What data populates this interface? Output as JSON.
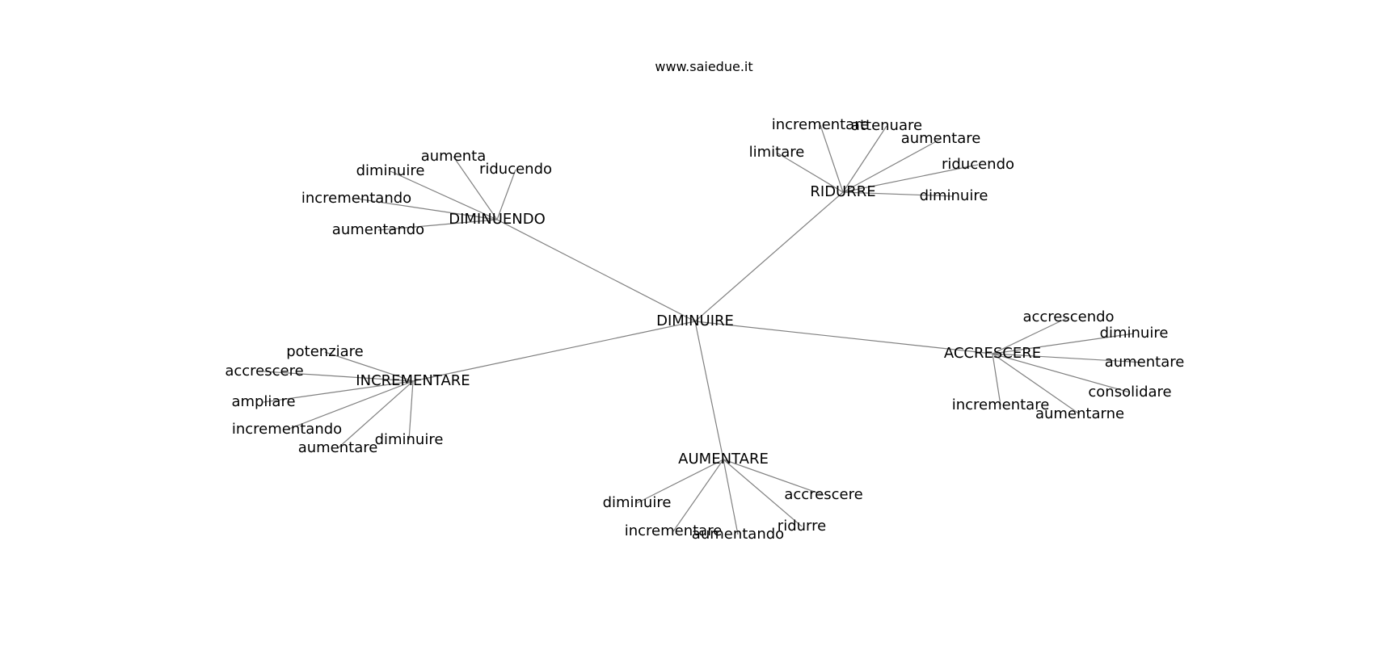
{
  "header": {
    "site": "www.saiedue.it"
  },
  "graph": {
    "center": "DIMINUIRE",
    "edge_color": "#808080",
    "groups": [
      {
        "hub": "DIMINUENDO",
        "leaves": [
          "aumenta",
          "diminuire",
          "riducendo",
          "incrementando",
          "aumentando"
        ]
      },
      {
        "hub": "RIDURRE",
        "leaves": [
          "incrementare",
          "attenuare",
          "limitare",
          "aumentare",
          "riducendo",
          "diminuire"
        ]
      },
      {
        "hub": "ACCRESCERE",
        "leaves": [
          "accrescendo",
          "diminuire",
          "aumentare",
          "consolidare",
          "incrementare",
          "aumentarne"
        ]
      },
      {
        "hub": "INCREMENTARE",
        "leaves": [
          "potenziare",
          "accrescere",
          "ampliare",
          "incrementando",
          "aumentare",
          "diminuire"
        ]
      },
      {
        "hub": "AUMENTARE",
        "leaves": [
          "diminuire",
          "accrescere",
          "incrementare",
          "aumentando",
          "ridurre"
        ]
      }
    ]
  }
}
